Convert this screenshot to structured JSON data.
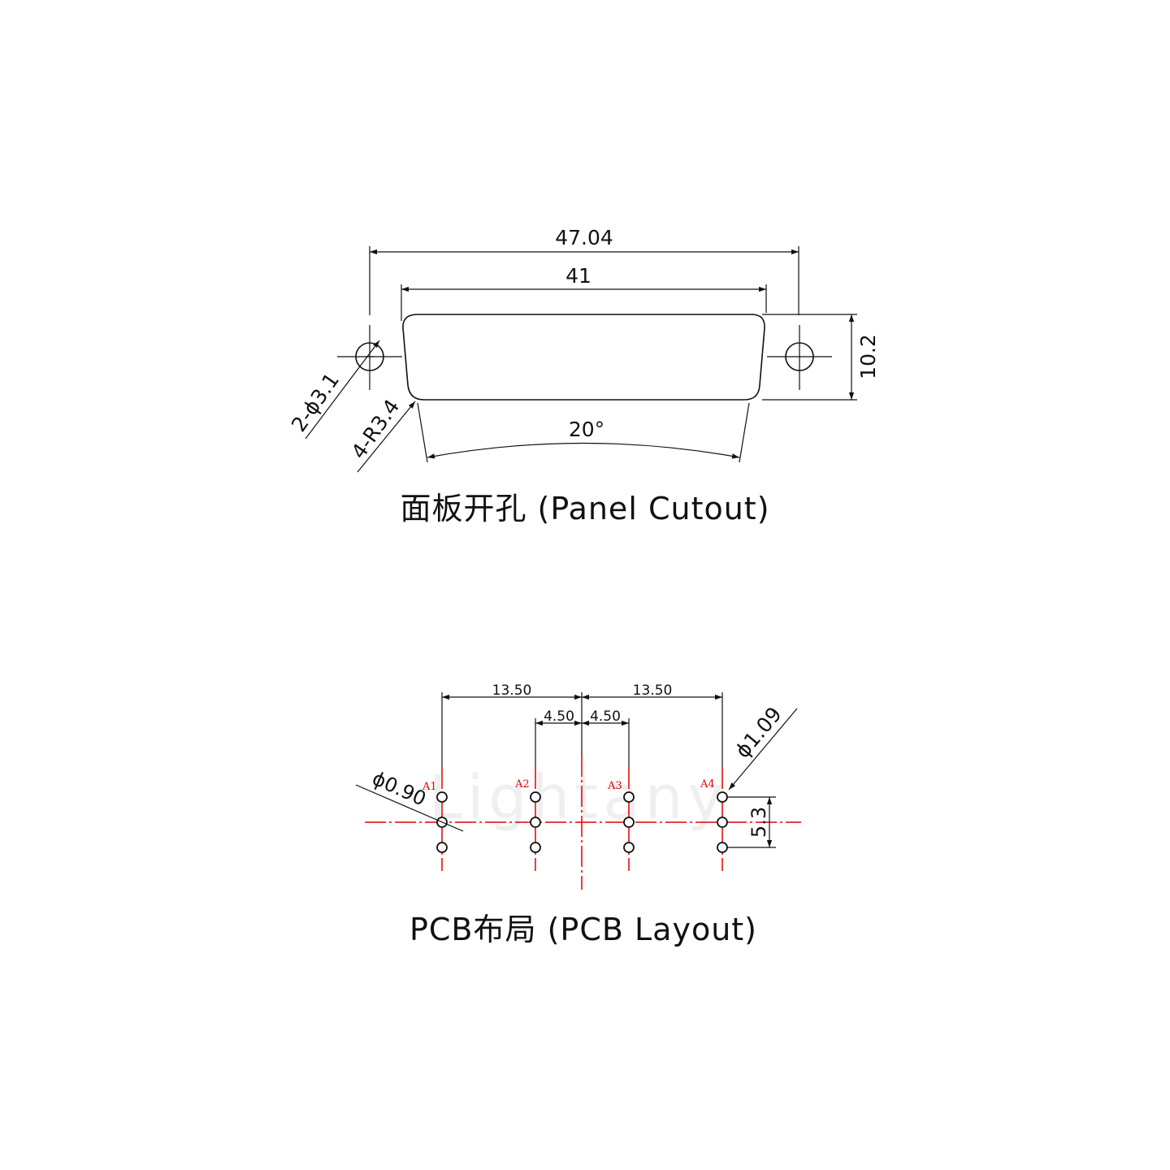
{
  "panel_cutout": {
    "title": "面板开孔 (Panel Cutout)",
    "dim_overall_width": "47.04",
    "dim_cutout_width": "41",
    "dim_height": "10.2",
    "dim_angle": "20°",
    "dim_mount_holes": "2-ϕ3.1",
    "dim_corner_radius": "4-R3.4"
  },
  "pcb_layout": {
    "title": "PCB布局 (PCB Layout)",
    "dim_left_span": "13.50",
    "dim_right_span": "13.50",
    "dim_left_inner": "4.50",
    "dim_right_inner": "4.50",
    "dim_pin_hole": "ϕ0.90",
    "dim_contact_hole": "ϕ1.09",
    "dim_row_spacing": "5.3",
    "pin_labels": {
      "a1": "A1",
      "a2": "A2",
      "a3": "A3",
      "a4": "A4"
    },
    "watermark": "Lightany"
  },
  "colors": {
    "line": "#111111",
    "centerline": "#e00000"
  }
}
